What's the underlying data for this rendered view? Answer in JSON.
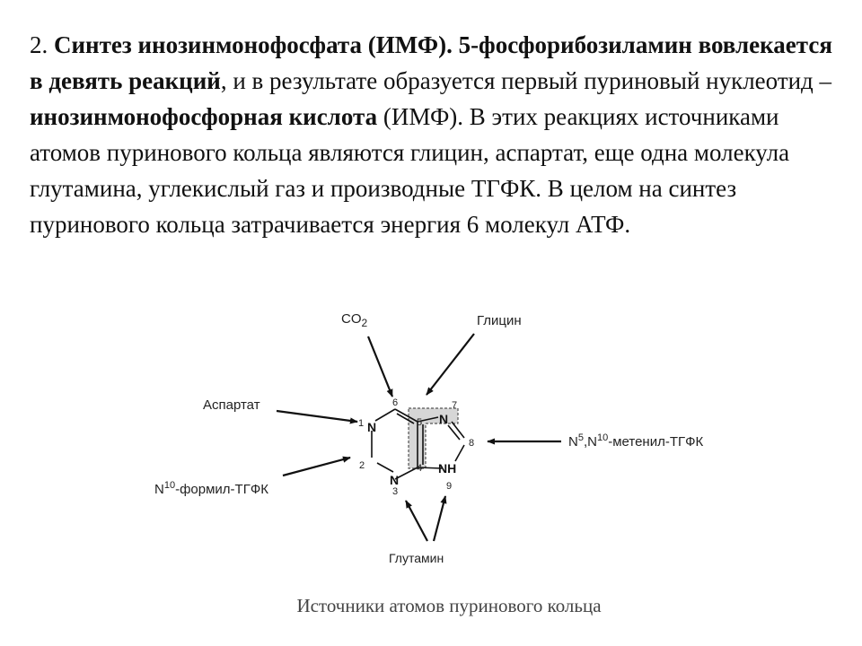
{
  "paragraph": {
    "segments": [
      {
        "text": "2. ",
        "bold": false
      },
      {
        "text": "Синтез инозинмонофосфата (ИМФ). 5-фосфорибозиламин вовлекается в девять реакций",
        "bold": true
      },
      {
        "text": ", и в результате образуется первый пуриновый нуклеотид – ",
        "bold": false
      },
      {
        "text": "инозинмонофосфорная кислота",
        "bold": true
      },
      {
        "text": " (ИМФ). В этих реакциях источниками атомов пуринового кольца являются глицин, аспартат, еще одна молекула глутамина, углекислый газ и производные ТГФК. В целом на синтез пуринового кольца затрачивается энергия 6 молекул АТФ.",
        "bold": false
      }
    ]
  },
  "diagram": {
    "sources": {
      "co2": {
        "base": "CO",
        "sub": "2"
      },
      "glycine": "Глицин",
      "aspartate": "Аспартат",
      "formyl": {
        "pre": "N",
        "sup": "10",
        "post": "-формил-ТГФК"
      },
      "methenyl": {
        "pre": "N",
        "sup1": "5",
        "mid": ",N",
        "sup2": "10",
        "post": "-метенил-ТГФК"
      },
      "glutamine": "Глутамин"
    },
    "atoms": {
      "n1": "N",
      "n3": "N",
      "n7": "N",
      "nh9": "NH"
    },
    "positions": [
      "1",
      "2",
      "3",
      "4",
      "5",
      "6",
      "7",
      "8",
      "9"
    ]
  },
  "caption": "Источники атомов пуринового кольца"
}
